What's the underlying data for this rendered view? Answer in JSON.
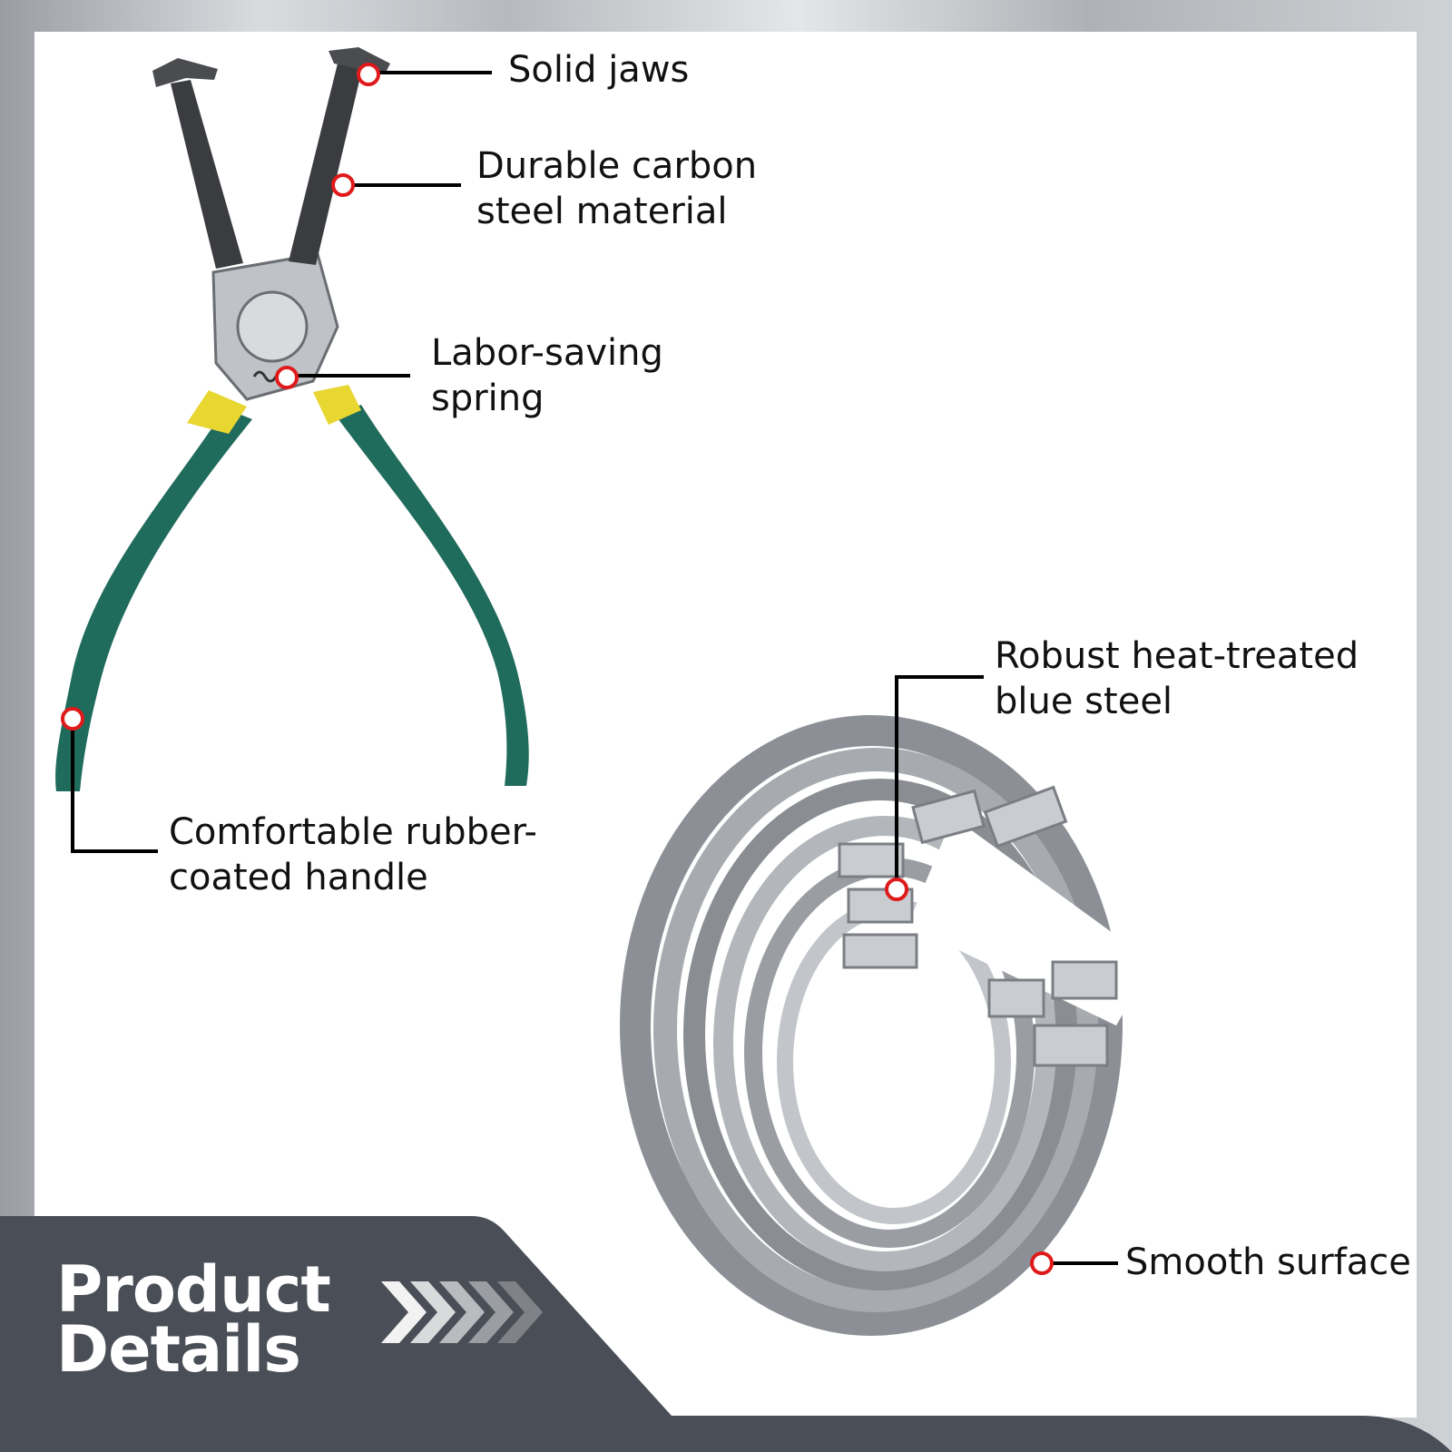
{
  "labels": {
    "solid_jaws": "Solid jaws",
    "carbon_steel_line1": "Durable carbon",
    "carbon_steel_line2": "steel material",
    "spring_line1": "Labor-saving",
    "spring_line2": "spring",
    "handle_line1": "Comfortable rubber-",
    "handle_line2": "coated handle",
    "blue_steel_line1": "Robust heat-treated",
    "blue_steel_line2": "blue steel",
    "smooth_surface": "Smooth surface"
  },
  "banner": {
    "line1": "Product",
    "line2": "Details"
  },
  "colors": {
    "banner_bg": "#4a4f57",
    "callout_dot": "#e01a1a",
    "handle_green": "#1f6b5c",
    "grip_yellow": "#e8d631"
  }
}
